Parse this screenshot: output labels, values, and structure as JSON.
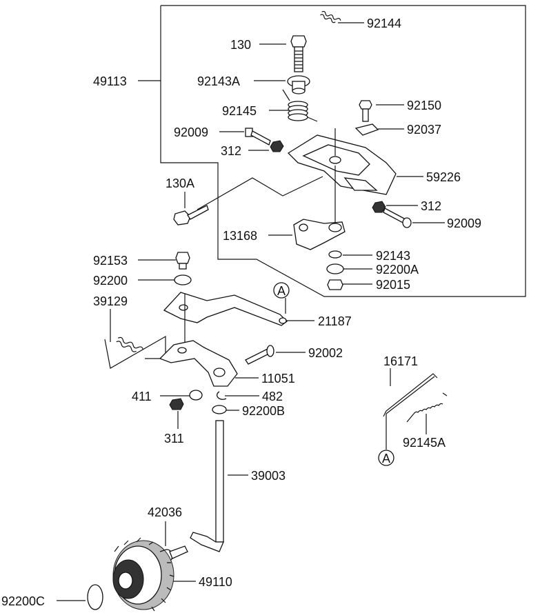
{
  "diagram": {
    "callout_letter": "A",
    "labels": {
      "p92144": "92144",
      "p130": "130",
      "p49113": "49113",
      "p92143A": "92143A",
      "p92145": "92145",
      "p92150": "92150",
      "p92009a": "92009",
      "p92037": "92037",
      "p312a": "312",
      "p59226": "59226",
      "p130A": "130A",
      "p312b": "312",
      "p92009b": "92009",
      "p13168": "13168",
      "p92143": "92143",
      "p92153": "92153",
      "p92200A": "92200A",
      "p92200": "92200",
      "p92015": "92015",
      "p39129": "39129",
      "p21187": "21187",
      "p92002": "92002",
      "p16171": "16171",
      "p11051": "11051",
      "p411": "411",
      "p482": "482",
      "p92200B": "92200B",
      "p311": "311",
      "p92145A": "92145A",
      "p39003": "39003",
      "p42036": "42036",
      "p49110": "49110",
      "p92200C": "92200C"
    }
  }
}
